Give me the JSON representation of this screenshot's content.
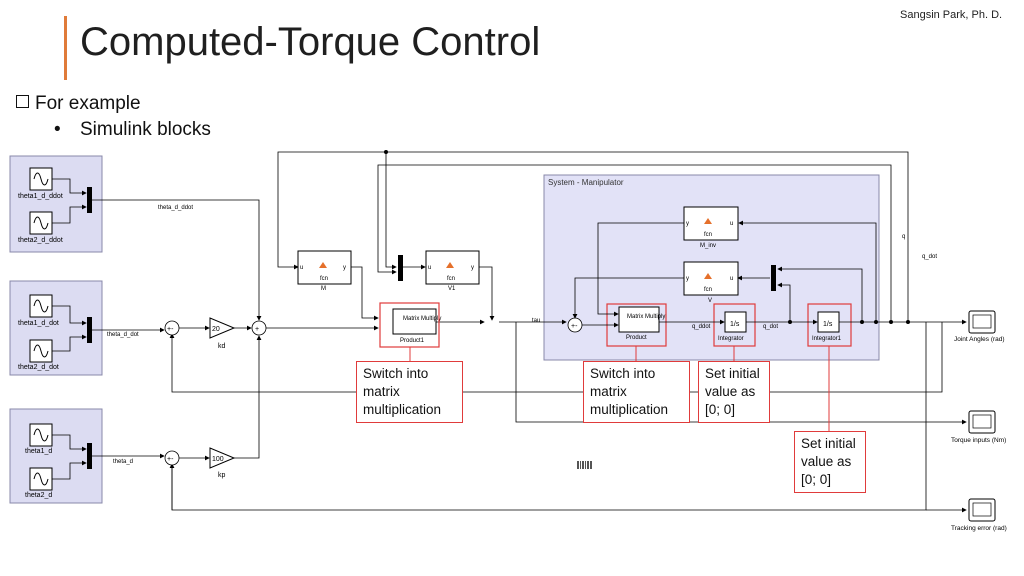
{
  "author": "Sangsin Park, Ph. D.",
  "title": "Computed-Torque Control",
  "bullets": {
    "level1": "For example",
    "level2": "Simulink blocks"
  },
  "diagram": {
    "subsystem_label": "System - Manipulator",
    "sources": {
      "theta1_d_ddot": "theta1_d_ddot",
      "theta2_d_ddot": "theta2_d_ddot",
      "theta1_d_dot": "theta1_d_dot",
      "theta2_d_dot": "theta2_d_dot",
      "theta1_d": "theta1_d",
      "theta2_d": "theta2_d"
    },
    "signals": {
      "theta_d_ddot": "theta_d_ddot",
      "theta_d_dot": "theta_d_dot",
      "theta_d": "theta_d",
      "tau": "tau",
      "q": "q",
      "q_dot": "q_dot",
      "q_ddot": "q_ddot",
      "q_dot_inner": "q_dot"
    },
    "gains": {
      "kd_value": "20",
      "kd_label": "kd",
      "kp_value": "100",
      "kp_label": "kp"
    },
    "functions": {
      "fcn": "fcn",
      "u": "u",
      "y": "y",
      "M": "M",
      "V1": "V1",
      "M_inv": "M_inv",
      "V": "V"
    },
    "products": {
      "matrix_multiply": "Matrix Multiply",
      "product1": "Product1",
      "product": "Product"
    },
    "integrators": {
      "symbol": "1/s",
      "integrator": "Integrator",
      "integrator1": "Integrator1"
    },
    "scopes": {
      "joint_angles": "Joint Angles (rad)",
      "torque_inputs": "Torque inputs (Nm)",
      "tracking_error": "Tracking error (rad)"
    }
  },
  "callouts": {
    "product1_note": "Switch into matrix multiplication",
    "product_note": "Switch into matrix multiplication",
    "integrator_note": "Set initial value as [0; 0]",
    "integrator1_note": "Set initial value as [0; 0]"
  }
}
